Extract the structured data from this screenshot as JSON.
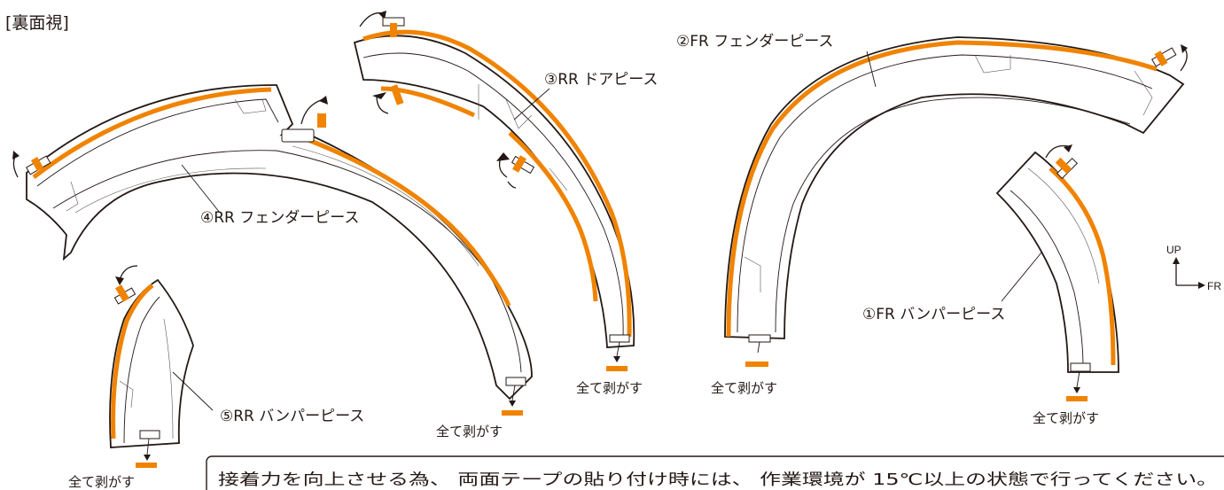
{
  "view_label": "[裏面視]",
  "pieces": {
    "p1": "①FR バンパーピース",
    "p2": "②FR フェンダーピース",
    "p3": "③RR ドアピース",
    "p4": "④RR フェンダーピース",
    "p5": "⑤RR バンパーピース"
  },
  "peel_all_label": "全て剥がす",
  "direction": {
    "up": "UP",
    "fr": "FR"
  },
  "note": "接着力を向上させる為、 両面テープの貼り付け時には、 作業環境が 15℃以上の状態で行ってください。",
  "colors": {
    "tape": "#f08300",
    "line": "#231815"
  }
}
